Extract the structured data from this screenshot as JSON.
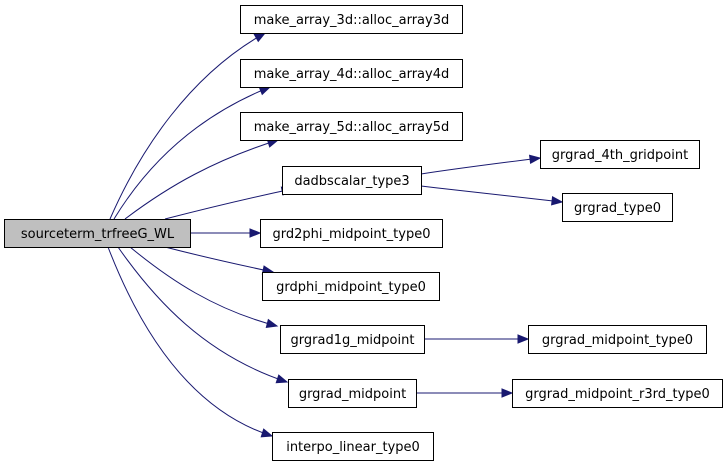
{
  "nodes": [
    {
      "id": "root",
      "label": "sourceterm_trfreeG_WL"
    },
    {
      "id": "alloc3d",
      "label": "make_array_3d::alloc_array3d"
    },
    {
      "id": "alloc4d",
      "label": "make_array_4d::alloc_array4d"
    },
    {
      "id": "alloc5d",
      "label": "make_array_5d::alloc_array5d"
    },
    {
      "id": "dadb",
      "label": "dadbscalar_type3"
    },
    {
      "id": "grd2phi",
      "label": "grd2phi_midpoint_type0"
    },
    {
      "id": "grdphi",
      "label": "grdphi_midpoint_type0"
    },
    {
      "id": "grgrad1g",
      "label": "grgrad1g_midpoint"
    },
    {
      "id": "grgradmid",
      "label": "grgrad_midpoint"
    },
    {
      "id": "interpo",
      "label": "interpo_linear_type0"
    },
    {
      "id": "grgrad4th",
      "label": "grgrad_4th_gridpoint"
    },
    {
      "id": "grgradt0",
      "label": "grgrad_type0"
    },
    {
      "id": "grgradmidt0",
      "label": "grgrad_midpoint_type0"
    },
    {
      "id": "grgradr3rd",
      "label": "grgrad_midpoint_r3rd_type0"
    }
  ],
  "edges": [
    {
      "from": "root",
      "to": "alloc3d"
    },
    {
      "from": "root",
      "to": "alloc4d"
    },
    {
      "from": "root",
      "to": "alloc5d"
    },
    {
      "from": "root",
      "to": "dadb"
    },
    {
      "from": "root",
      "to": "grd2phi"
    },
    {
      "from": "root",
      "to": "grdphi"
    },
    {
      "from": "root",
      "to": "grgrad1g"
    },
    {
      "from": "root",
      "to": "grgradmid"
    },
    {
      "from": "root",
      "to": "interpo"
    },
    {
      "from": "dadb",
      "to": "grgrad4th"
    },
    {
      "from": "dadb",
      "to": "grgradt0"
    },
    {
      "from": "grgrad1g",
      "to": "grgradmidt0"
    },
    {
      "from": "grgradmid",
      "to": "grgradr3rd"
    }
  ],
  "colors": {
    "edge": "#191970",
    "root_fill": "#bfbfbf",
    "node_fill": "#ffffff"
  }
}
